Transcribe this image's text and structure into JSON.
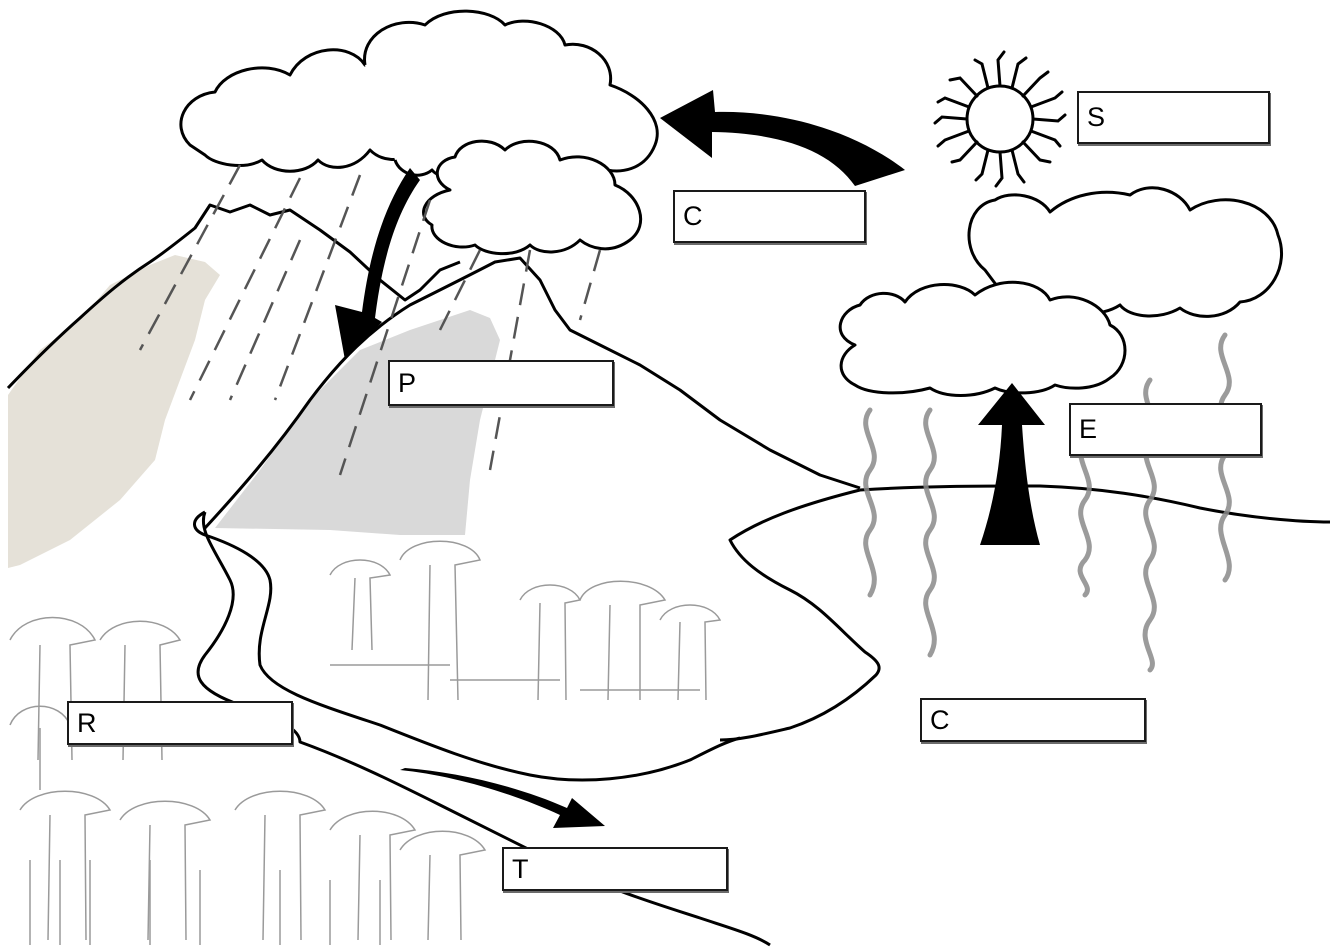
{
  "colors": {
    "ink": "#000000",
    "mountain_shade_left": "#e5e1d8",
    "mountain_shade_center": "#d9d9d9",
    "vapor": "#8a8a8a",
    "trees": "#9a9a9a",
    "background": "#ffffff"
  },
  "labels": [
    {
      "key": "sun",
      "letter": "S"
    },
    {
      "key": "condensation",
      "letter": "C"
    },
    {
      "key": "precipitation",
      "letter": "P"
    },
    {
      "key": "evaporation",
      "letter": "E"
    },
    {
      "key": "collection",
      "letter": "C"
    },
    {
      "key": "runoff",
      "letter": "R"
    },
    {
      "key": "transport",
      "letter": "T"
    }
  ],
  "icons": [
    "sun-icon",
    "cloud-icon",
    "arrow-icon",
    "rain-streaks",
    "vapor-wave",
    "tree-icon",
    "mountain",
    "river",
    "lake"
  ]
}
